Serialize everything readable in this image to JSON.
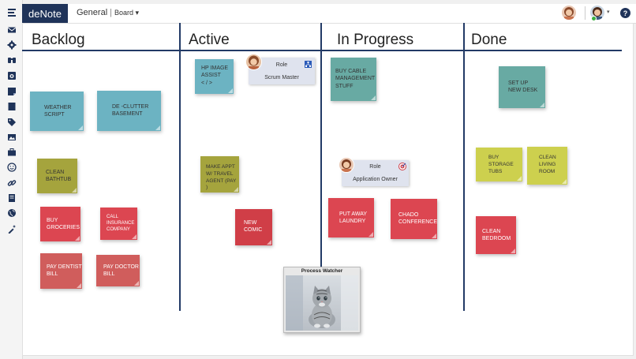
{
  "app": {
    "logo": "deNote"
  },
  "breadcrumb": {
    "workspace": "General",
    "separator": "|",
    "view": "Board ▾"
  },
  "header": {
    "help_icon": "question-circle-icon",
    "user_menu_caret": "▾"
  },
  "sidebar": {
    "items": [
      {
        "icon": "menu-icon"
      },
      {
        "icon": "mail-icon"
      },
      {
        "icon": "gear-icon"
      },
      {
        "icon": "binoculars-icon"
      },
      {
        "icon": "camera-icon"
      },
      {
        "icon": "notes-icon"
      },
      {
        "icon": "book-icon"
      },
      {
        "icon": "tag-icon"
      },
      {
        "icon": "image-icon"
      },
      {
        "icon": "briefcase-icon"
      },
      {
        "icon": "smile-icon"
      },
      {
        "icon": "link-icon"
      },
      {
        "icon": "document-icon"
      },
      {
        "icon": "globe-icon"
      },
      {
        "icon": "magic-wand-icon"
      }
    ]
  },
  "columns": [
    {
      "title": "Backlog"
    },
    {
      "title": "Active"
    },
    {
      "title": "In Progress"
    },
    {
      "title": "Done"
    }
  ],
  "notes": {
    "weather_script": "WEATHER\nSCRIPT",
    "declutter_basement": "DE -CLUTTER\nBASEMENT",
    "clean_bathtub": "CLEAN\nBATHTUB",
    "buy_groceries": "BUY\nGROCERIES",
    "call_insurance": "CALL\nINSURANCE\nCOMPANY",
    "pay_dentist": "PAY DENTIST\nBILL",
    "pay_doctor": "PAY DOCTOR\nBILL",
    "hp_image_assist": "HP IMAGE\nASSIST\n< / >",
    "make_appt": "MAKE APPT\nW/ TRAVEL\nAGENT (PAY )",
    "new_comic": "NEW\nCOMIC",
    "buy_cable": "BUY CABLE\nMANAGEMENT\nSTUFF",
    "put_away_laundry": "PUT AWAY\nLAUNDRY",
    "chado_conference": "CHADO\nCONFERENCE",
    "set_up_desk": "SET UP\nNEW DESK",
    "buy_storage": "BUY\nSTORAGE\nTUBS",
    "clean_living_room": "CLEAN\nLIVING\nROOM",
    "clean_bedroom": "CLEAN\nBEDROOM"
  },
  "roles": {
    "scrum_master": {
      "label": "Role",
      "value": "Scrum Master"
    },
    "application_owner": {
      "label": "Role",
      "value": "Application Owner"
    }
  },
  "process_watcher": {
    "title": "Process Watcher"
  },
  "colors": {
    "accent": "#223a66",
    "logo_bg": "#1f3359",
    "teal": "#6cb3c2",
    "seagreen": "#68aaa3",
    "olive": "#a5a43d",
    "lime": "#cdd04e",
    "red": "#dc4651",
    "brick": "#d05d5c"
  }
}
